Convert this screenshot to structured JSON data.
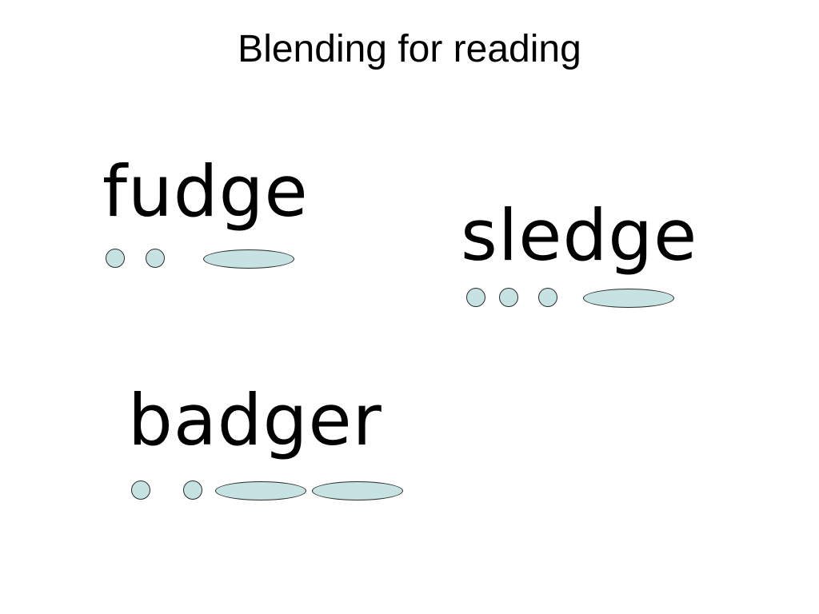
{
  "slide": {
    "title": "Blending for reading",
    "colors": {
      "background": "#ffffff",
      "text": "#000000",
      "sound_button_fill": "#c6e2e2",
      "sound_button_outline": "#2b2b2b"
    },
    "words": [
      {
        "text": "fudge",
        "sound_buttons": [
          "dot",
          "dot",
          "dash"
        ]
      },
      {
        "text": "sledge",
        "sound_buttons": [
          "dot",
          "dot",
          "dot",
          "dash"
        ]
      },
      {
        "text": "badger",
        "sound_buttons": [
          "dot",
          "dot",
          "dash",
          "dash"
        ]
      }
    ]
  }
}
